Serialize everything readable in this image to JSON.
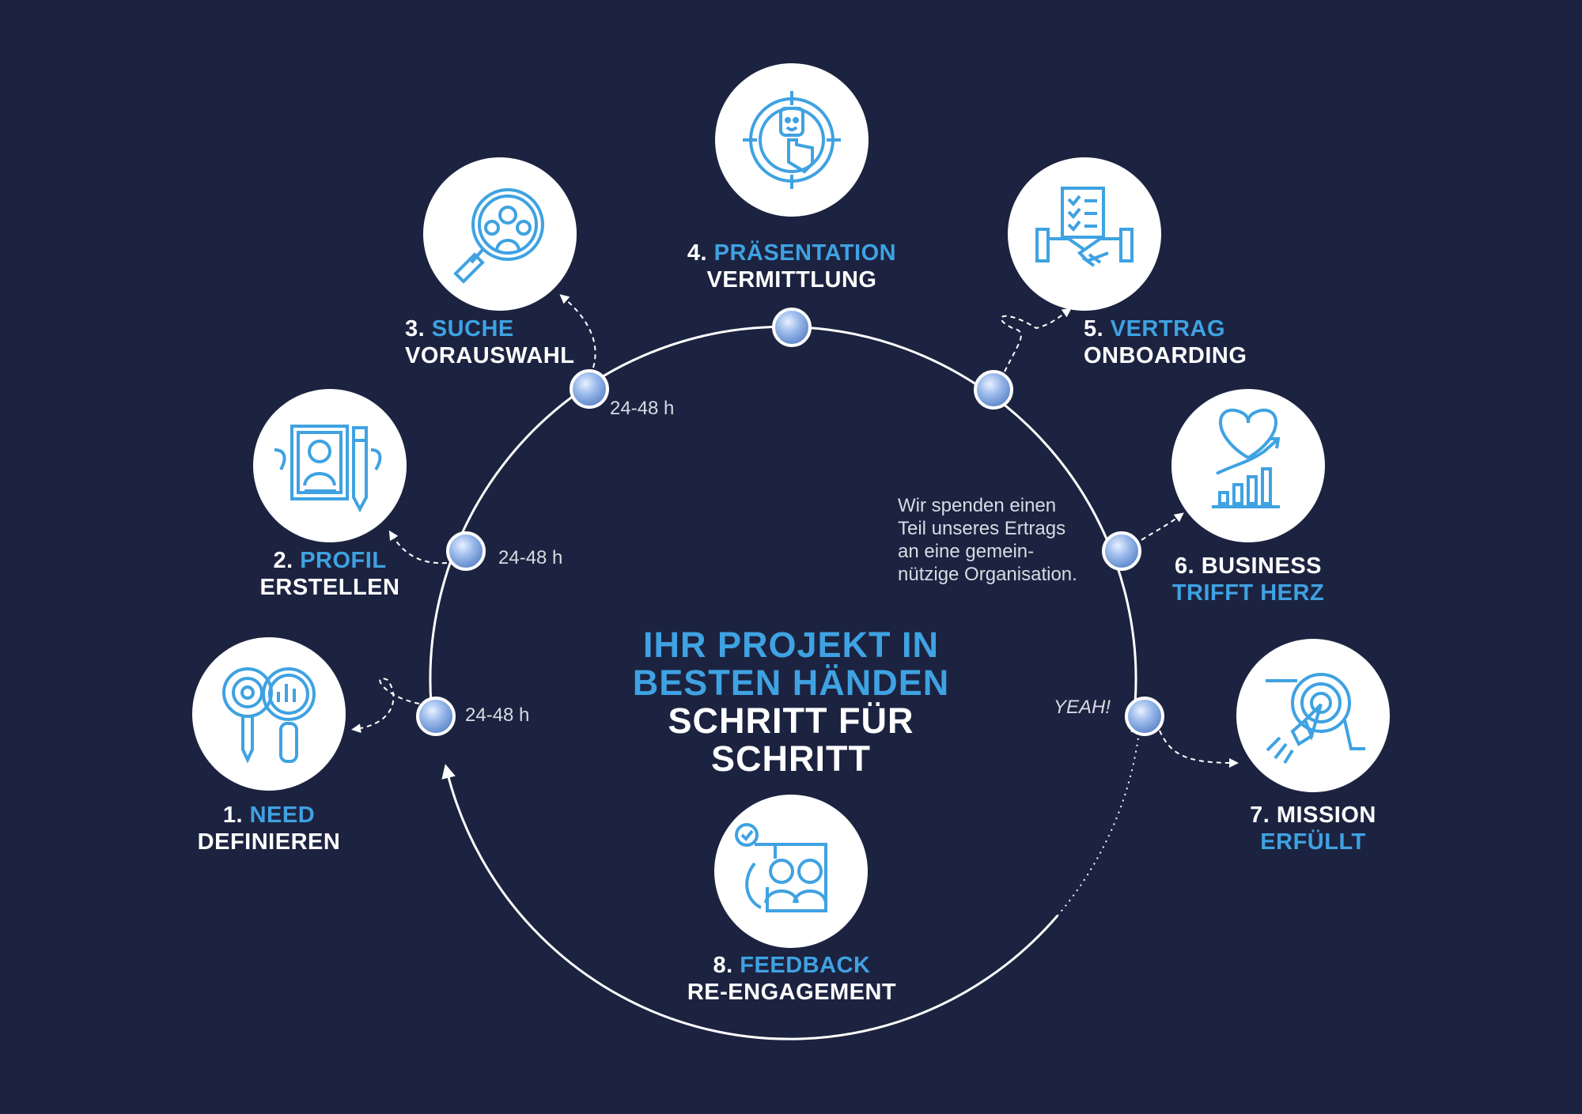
{
  "center_title": {
    "line1": "IHR PROJEKT IN",
    "line2": "BESTEN HÄNDEN",
    "line3": "SCHRITT FÜR",
    "line4": "SCHRITT"
  },
  "steps": [
    {
      "num": "1.",
      "word1": "NEED",
      "word2": "DEFINIEREN",
      "icon": "magnifier-analytics-icon"
    },
    {
      "num": "2.",
      "word1": "PROFIL",
      "word2": "ERSTELLEN",
      "icon": "profile-document-pencil-icon"
    },
    {
      "num": "3.",
      "word1": "SUCHE",
      "word2": "VORAUSWAHL",
      "icon": "magnifier-people-icon"
    },
    {
      "num": "4.",
      "word1": "PRÄSENTATION",
      "word2": "VERMITTLUNG",
      "icon": "target-person-touch-icon"
    },
    {
      "num": "5.",
      "word1": "VERTRAG",
      "word2": "ONBOARDING",
      "icon": "contract-handshake-icon"
    },
    {
      "num": "6.",
      "word1": "BUSINESS",
      "word2": "TRIFFT HERZ",
      "icon": "heart-growth-chart-icon"
    },
    {
      "num": "7.",
      "word1": "MISSION",
      "word2": "ERFÜLLT",
      "icon": "rocket-target-icon"
    },
    {
      "num": "8.",
      "word1": "FEEDBACK",
      "word2": "RE-ENGAGEMENT",
      "icon": "team-feedback-check-icon"
    }
  ],
  "timings": [
    "24-48 h",
    "24-48 h",
    "24-48 h"
  ],
  "donation_note": [
    "Wir spenden einen",
    "Teil unseres Ertrags",
    "an eine gemein-",
    "nützige Organisation."
  ],
  "yeah": "YEAH!",
  "colors": {
    "background": "#1c2340",
    "accent": "#3fa2e2",
    "text": "#ffffff",
    "node": "#8fb3e6"
  }
}
